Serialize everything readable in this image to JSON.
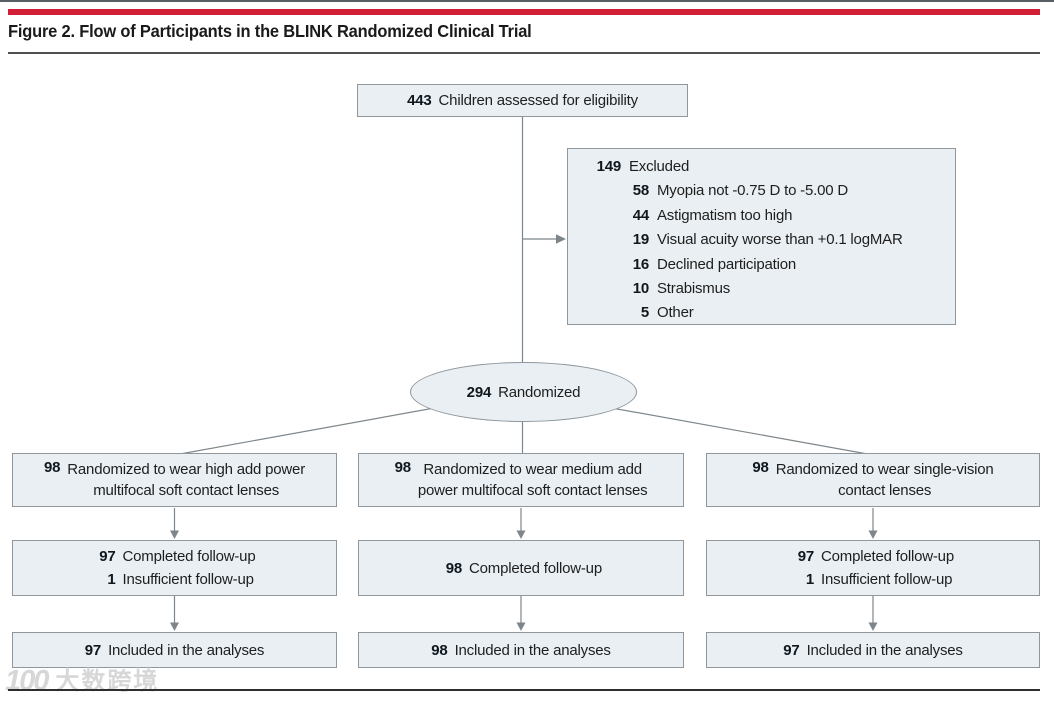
{
  "figure": {
    "title": "Figure 2. Flow of Participants in the BLINK Randomized Clinical Trial"
  },
  "colors": {
    "accent_red": "#d11f35",
    "box_fill": "#e9eff3",
    "box_border": "#8f979d",
    "connector_gray": "#7e868b"
  },
  "flow": {
    "eligibility": {
      "n": "443",
      "label": "Children assessed for eligibility"
    },
    "excluded": {
      "n": "149",
      "label": "Excluded",
      "reasons": [
        {
          "n": "58",
          "label": "Myopia not -0.75 D to -5.00 D"
        },
        {
          "n": "44",
          "label": "Astigmatism too high"
        },
        {
          "n": "19",
          "label": "Visual acuity worse than +0.1 logMAR"
        },
        {
          "n": "16",
          "label": "Declined participation"
        },
        {
          "n": "10",
          "label": "Strabismus"
        },
        {
          "n": "5",
          "label": "Other"
        }
      ]
    },
    "randomized": {
      "n": "294",
      "label": "Randomized"
    },
    "arms": [
      {
        "n": "98",
        "label_line1": "Randomized to wear high add power",
        "label_line2": "multifocal soft contact lenses",
        "followup": [
          {
            "n": "97",
            "label": "Completed follow-up"
          },
          {
            "n": "1",
            "label": "Insufficient follow-up"
          }
        ],
        "analysis": {
          "n": "97",
          "label": "Included in the analyses"
        }
      },
      {
        "n": "98",
        "label_line1": "Randomized to wear medium add",
        "label_line2": "power multifocal soft contact lenses",
        "followup": [
          {
            "n": "98",
            "label": "Completed follow-up"
          }
        ],
        "analysis": {
          "n": "98",
          "label": "Included in the analyses"
        }
      },
      {
        "n": "98",
        "label_line1": "Randomized to wear single-vision",
        "label_line2": "contact lenses",
        "followup": [
          {
            "n": "97",
            "label": "Completed follow-up"
          },
          {
            "n": "1",
            "label": "Insufficient follow-up"
          }
        ],
        "analysis": {
          "n": "97",
          "label": "Included in the analyses"
        }
      }
    ]
  },
  "watermark": {
    "logo": "100",
    "text": "大数跨境"
  }
}
